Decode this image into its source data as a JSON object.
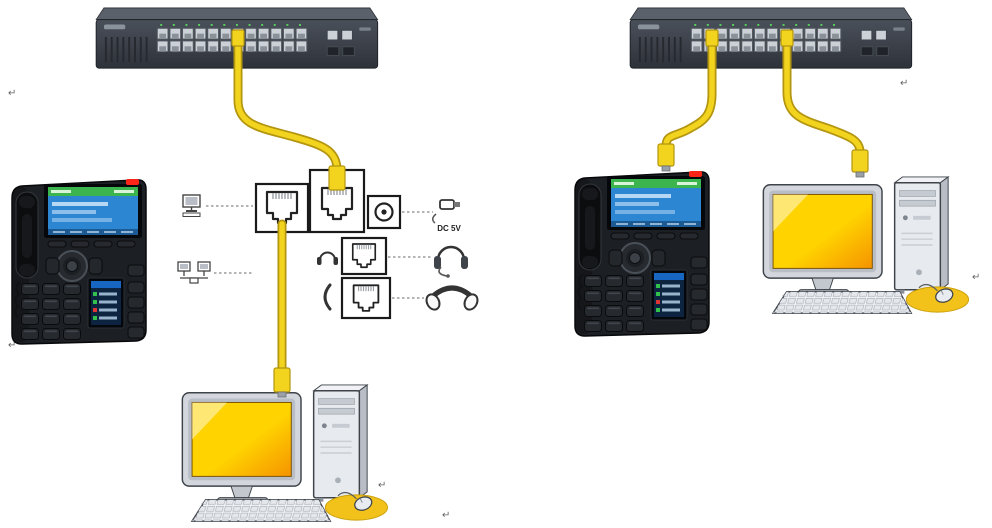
{
  "labels": {
    "dc_power_label": "DC 5V"
  },
  "marks": {
    "glyph": "↵"
  },
  "colors": {
    "cable": "#f2d41e",
    "cable_outline": "#b3950f",
    "switch_top": "#5a616b",
    "phone_screen_blue": "#2d86d1",
    "phone_screen_header_green": "#3cb54e",
    "alert_led_red": "#ff2418",
    "pc_screen_yellow": "#ffd300",
    "pc_screen_orange": "#f59300",
    "mousepad_yellow": "#f2c21a",
    "port_outline": "#1a1a1a",
    "dotted_line": "#888888"
  },
  "icons": {
    "panel": [
      "computer-icon",
      "lan-icon",
      "power-plug-icon",
      "headset-icon",
      "handset-icon"
    ],
    "panel_ports": [
      "pc-port",
      "internet-port",
      "power-jack",
      "headset-port",
      "handset-port"
    ],
    "devices": [
      "ethernet-switch",
      "ip-phone",
      "desktop-computer",
      "ethernet-cable",
      "rj45-connector"
    ]
  }
}
